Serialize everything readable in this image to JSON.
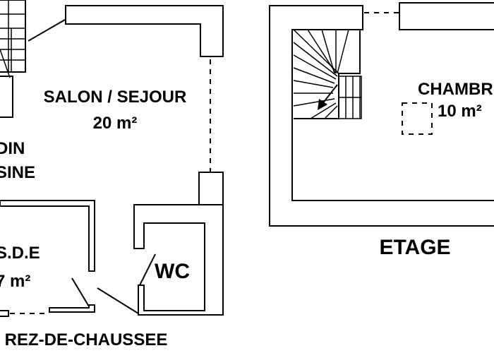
{
  "ground_floor": {
    "title": "REZ-DE-CHAUSSEE",
    "rooms": [
      {
        "name": "SALON / SEJOUR",
        "area": "20 m²"
      },
      {
        "name_line1": "DIN",
        "name_line2": "SINE"
      },
      {
        "name": "S.D.E",
        "area": "7 m²"
      },
      {
        "name": "WC"
      }
    ]
  },
  "upper_floor": {
    "title": "ETAGE",
    "rooms": [
      {
        "name": "CHAMBRE",
        "area": "10 m²"
      }
    ]
  }
}
